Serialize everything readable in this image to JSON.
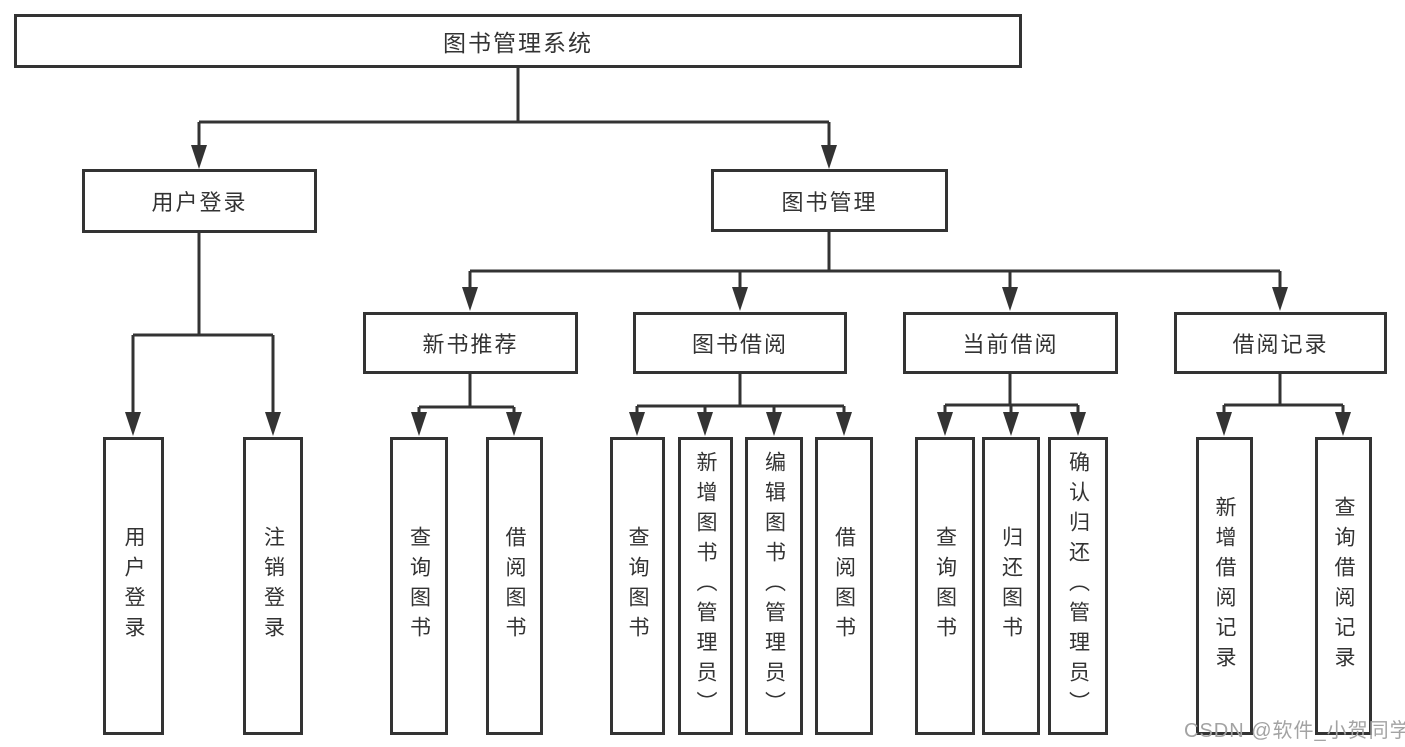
{
  "tree": {
    "root": {
      "label": "图书管理系统",
      "children": [
        {
          "label": "用户登录",
          "children": [
            {
              "label": "用户登录"
            },
            {
              "label": "注销登录"
            }
          ]
        },
        {
          "label": "图书管理",
          "children": [
            {
              "label": "新书推荐",
              "children": [
                {
                  "label": "查询图书"
                },
                {
                  "label": "借阅图书"
                }
              ]
            },
            {
              "label": "图书借阅",
              "children": [
                {
                  "label": "查询图书"
                },
                {
                  "label": "新增图书（管理员）"
                },
                {
                  "label": "编辑图书（管理员）"
                },
                {
                  "label": "借阅图书"
                }
              ]
            },
            {
              "label": "当前借阅",
              "children": [
                {
                  "label": "查询图书"
                },
                {
                  "label": "归还图书"
                },
                {
                  "label": "确认归还（管理员）"
                }
              ]
            },
            {
              "label": "借阅记录",
              "children": [
                {
                  "label": "新增借阅记录"
                },
                {
                  "label": "查询借阅记录"
                }
              ]
            }
          ]
        }
      ]
    }
  },
  "watermark": {
    "text": "CSDN @软件_小贺同学"
  },
  "colors": {
    "line": "#333333",
    "text": "#333333",
    "watermark": "#a3a3a3",
    "background": "#ffffff"
  }
}
